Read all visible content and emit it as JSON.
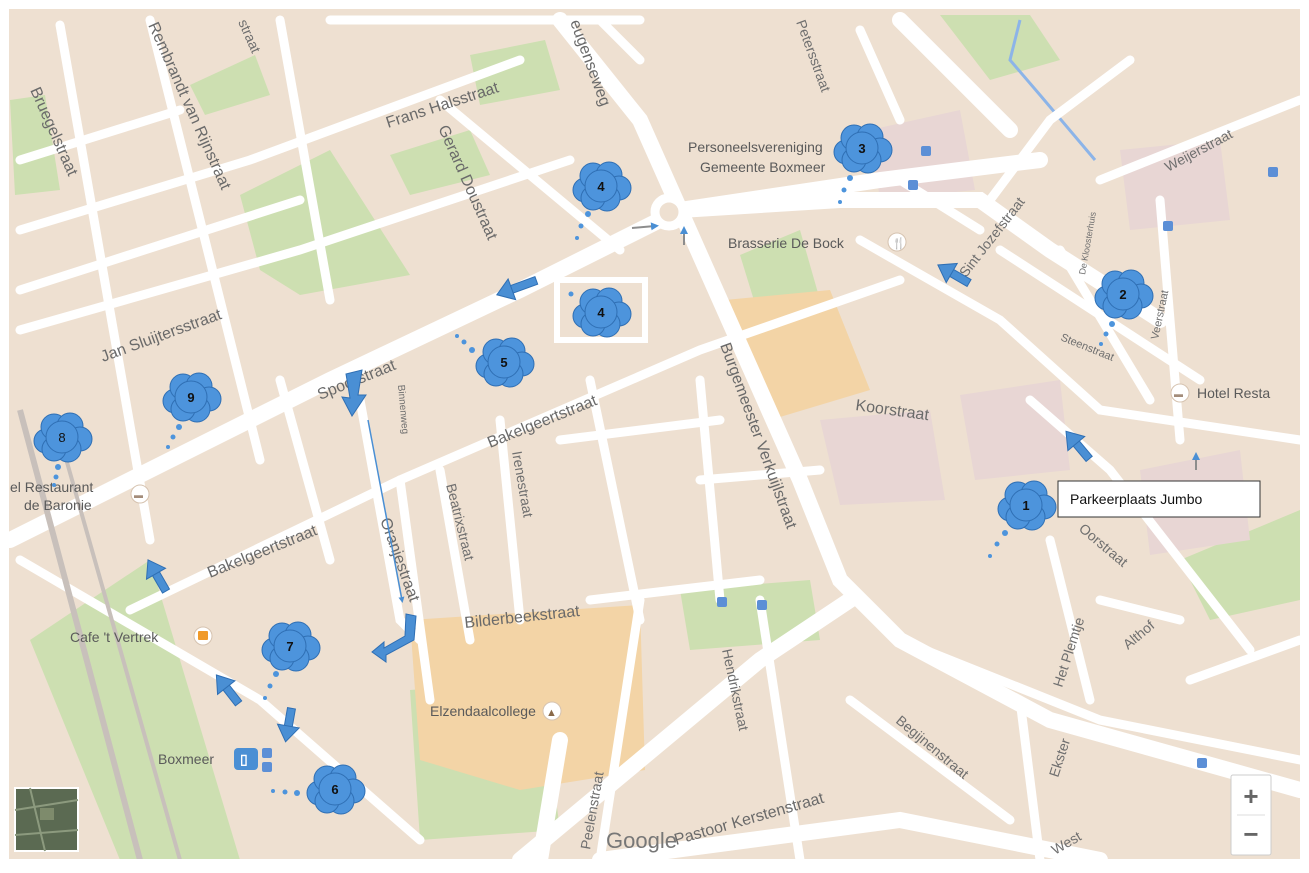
{
  "map": {
    "attribution": "Google",
    "zoom_in": "+",
    "zoom_out": "−",
    "satellite_thumbnail": "satellite-thumbnail",
    "route_label": "Parkeerplaats Jumbo",
    "colors": {
      "land": "#eee0d1",
      "road": "#ffffff",
      "park": "#cddfb1",
      "school_area": "#f3d4a6",
      "arrow": "#4a8fd4",
      "bubble": "#4d94dc"
    },
    "streets": [
      "Frans Halsstraat",
      "Rembrandt van Rijnstraat",
      "Bruegelstraat",
      "Jan Sluijtersstraat",
      "Spoorstraat",
      "Gerard Doustraat",
      "Bakelgeertstraat",
      "Bakelgeertstraat",
      "Oranjestraat",
      "Beatrixstraat",
      "Irenestraat",
      "Binnenweg",
      "Bilderbeekstraat",
      "Burgemeester Verkuijlstraat",
      "Koorstraat",
      "Sint Jozefstraat",
      "Weijerstraat",
      "Steenstraat",
      "De Kloosterhuis",
      "Veerstraat",
      "Hendrikstraat",
      "Begijnenstraat",
      "Althof",
      "Het Plemtje",
      "Ekster",
      "Pastoor Kerstenstraat",
      "Peelenstraat",
      "Petersstraat",
      "eugenseweg",
      "straat",
      "West",
      "Oorstraat"
    ],
    "pois": [
      "Personeelsvereniging",
      "Gemeente Boxmeer",
      "Brasserie De Bock",
      "Hotel Resta",
      "el Restaurant",
      "de Baronie",
      "Cafe 't Vertrek",
      "Elzendaalcollege",
      "Boxmeer"
    ],
    "bubbles": [
      "1",
      "2",
      "3",
      "4",
      "4",
      "5",
      "6",
      "7",
      "8",
      "9"
    ]
  }
}
